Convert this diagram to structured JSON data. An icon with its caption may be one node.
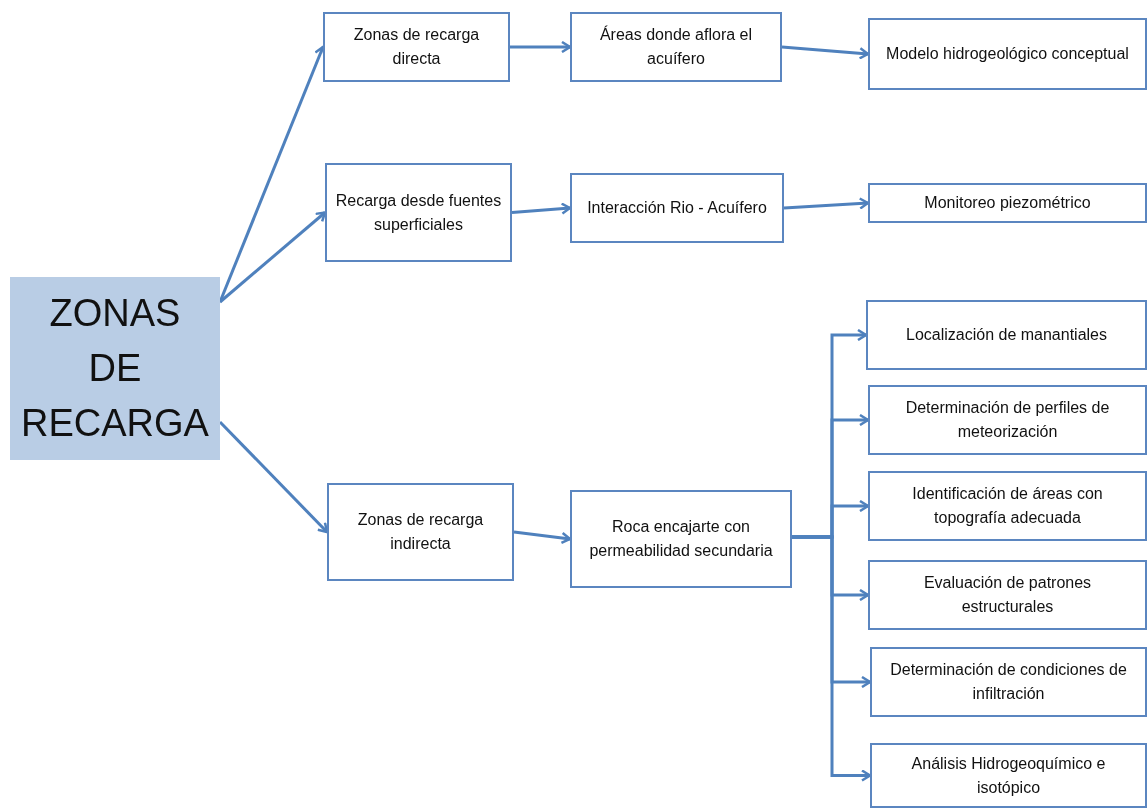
{
  "diagram": {
    "nodes": [
      {
        "text": [
          "ZONAS DE RECARGA"
        ]
      },
      {
        "text": [
          "Zonas de recarga directa"
        ]
      },
      {
        "text": [
          "Áreas donde aflora el acuífero"
        ]
      },
      {
        "text": [
          "Modelo hidrogeológico conceptual"
        ]
      },
      {
        "text": [
          "Recarga desde fuentes superficiales"
        ]
      },
      {
        "text": [
          "Interacción Rio - Acuífero"
        ]
      },
      {
        "text": [
          "Monitoreo piezométrico"
        ]
      },
      {
        "text": [
          "Zonas de recarga indirecta"
        ]
      },
      {
        "text": [
          "Roca encajarte con permeabilidad secundaria"
        ]
      },
      {
        "text": [
          "Localización de manantiales"
        ]
      },
      {
        "text": [
          "Determinación de perfiles de meteorización"
        ]
      },
      {
        "text": [
          "Identificación de áreas con topografía adecuada"
        ]
      },
      {
        "text": [
          "Evaluación de patrones estructurales"
        ]
      },
      {
        "text": [
          "Determinación de condiciones de infiltración"
        ]
      },
      {
        "text": [
          "Análisis Hidrogeoquímico e isotópico"
        ]
      }
    ],
    "edges": [
      {
        "from": 0,
        "to": 1,
        "arrow": "to"
      },
      {
        "from": 0,
        "to": 4,
        "arrow": "to"
      },
      {
        "from": 0,
        "to": 7,
        "arrow": "to"
      },
      {
        "from": 1,
        "to": 2,
        "arrow": "to"
      },
      {
        "from": 2,
        "to": 3,
        "arrow": "to"
      },
      {
        "from": 4,
        "to": 5,
        "arrow": "to"
      },
      {
        "from": 5,
        "to": 6,
        "arrow": "to"
      },
      {
        "from": 7,
        "to": 8,
        "arrow": "to"
      },
      {
        "from": 8,
        "to": 9,
        "arrow": "to"
      },
      {
        "from": 8,
        "to": 10,
        "arrow": "to"
      },
      {
        "from": 8,
        "to": 11,
        "arrow": "to"
      },
      {
        "from": 8,
        "to": 12,
        "arrow": "to"
      },
      {
        "from": 8,
        "to": 13,
        "arrow": "to"
      },
      {
        "from": 8,
        "to": 14,
        "arrow": "to"
      }
    ]
  }
}
